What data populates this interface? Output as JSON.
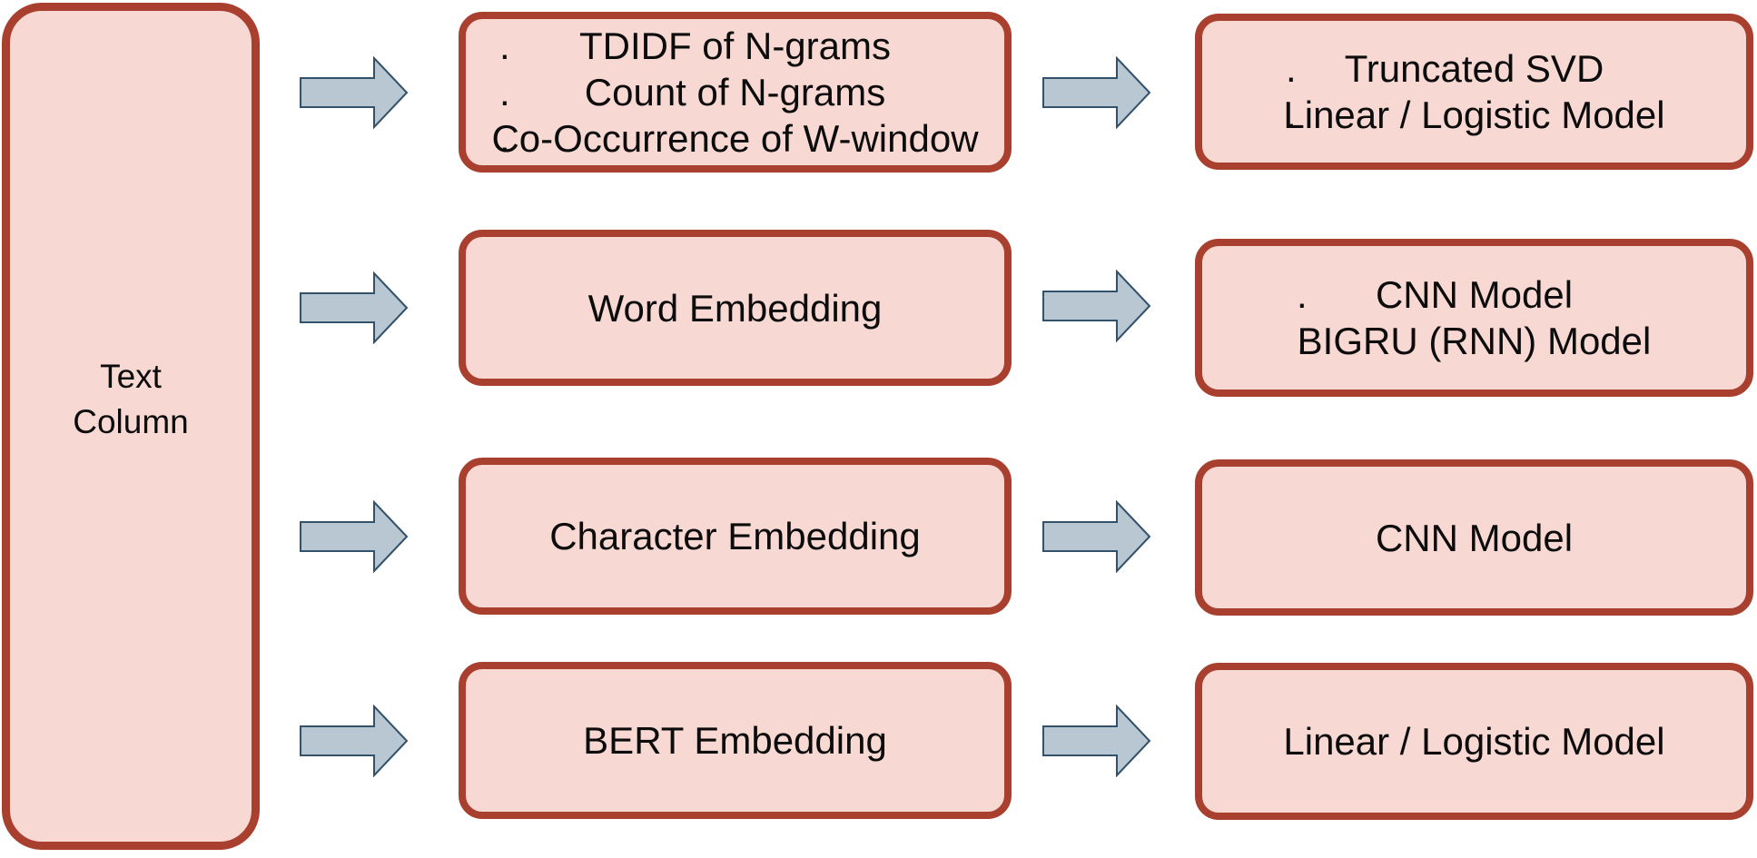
{
  "ui": {
    "background": "#ffffff",
    "box_fill": "#f8d8d2",
    "box_border": "#a9402f",
    "arrow_fill": "#b9c7d2",
    "arrow_stroke": "#32516b",
    "text_color": "#0c0c0c",
    "bullet": "."
  },
  "left_box": {
    "lines": [
      "Text",
      "Column"
    ]
  },
  "rows": [
    {
      "middle": {
        "lines": [
          "TDIDF of N-grams",
          "Count of N-grams",
          "Co-Occurrence of W-window"
        ]
      },
      "right": {
        "lines": [
          "Truncated SVD",
          "Linear / Logistic Model"
        ]
      }
    },
    {
      "middle": {
        "lines": [
          "Word Embedding"
        ]
      },
      "right": {
        "lines": [
          "CNN Model",
          "BIGRU (RNN) Model"
        ]
      }
    },
    {
      "middle": {
        "lines": [
          "Character Embedding"
        ]
      },
      "right": {
        "lines": [
          "CNN Model"
        ]
      }
    },
    {
      "middle": {
        "lines": [
          "BERT Embedding"
        ]
      },
      "right": {
        "lines": [
          "Linear / Logistic Model"
        ]
      }
    }
  ]
}
